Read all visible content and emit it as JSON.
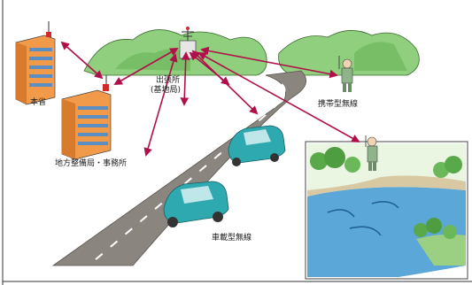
{
  "labels": {
    "hq": "本省",
    "branch_line1": "出張所",
    "branch_line2": "(基地局)",
    "regional": "地方整備局・事務所",
    "portable": "携帯型無線",
    "vehicle": "車載型無線"
  },
  "colors": {
    "arrow": "#b0104a",
    "hill": "#7ec46f",
    "road": "#7d7770",
    "car": "#2ea9b0",
    "building_glass": "#5b8fc4",
    "river": "#5ba7d8"
  },
  "icons": [
    "base-station-antenna-icon",
    "building-icon",
    "car-icon",
    "person-radio-icon",
    "river-scene-icon"
  ]
}
